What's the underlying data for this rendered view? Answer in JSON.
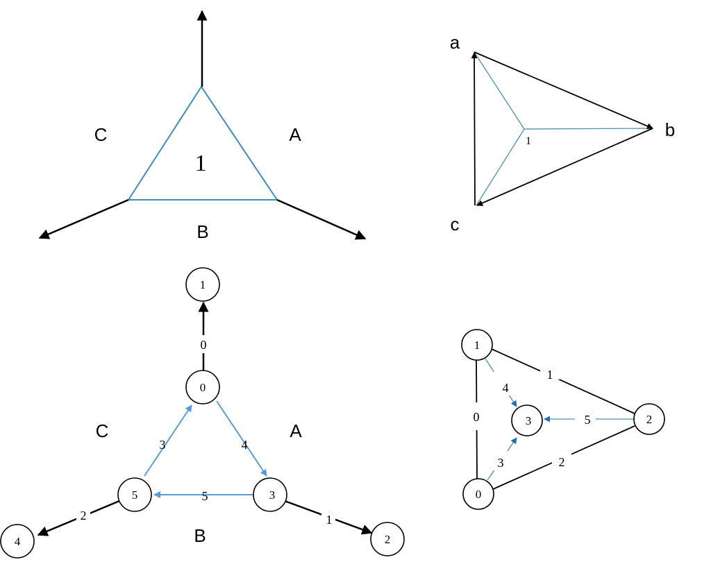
{
  "panel_top_left": {
    "face_label": "1",
    "region_labels": {
      "A": "A",
      "B": "B",
      "C": "C"
    }
  },
  "panel_top_right": {
    "vertex_labels": {
      "a": "a",
      "b": "b",
      "c": "c"
    },
    "center_label": "1"
  },
  "panel_bottom_left": {
    "nodes": [
      "0",
      "1",
      "2",
      "3",
      "4",
      "5"
    ],
    "edge_labels": {
      "e0": "0",
      "e1": "1",
      "e2": "2",
      "e3": "3",
      "e4": "4",
      "e5": "5"
    },
    "region_labels": {
      "A": "A",
      "B": "B",
      "C": "C"
    },
    "colors": {
      "internal_edges": "#5b9bd5",
      "external_edges": "#000000"
    }
  },
  "panel_bottom_right": {
    "nodes": [
      "0",
      "1",
      "2",
      "3"
    ],
    "edge_labels": {
      "e0": "0",
      "e1": "1",
      "e2": "2",
      "e3": "3",
      "e4": "4",
      "e5": "5"
    },
    "colors": {
      "arrow_edges": "#1f6fb5",
      "edges": "#000000"
    }
  }
}
